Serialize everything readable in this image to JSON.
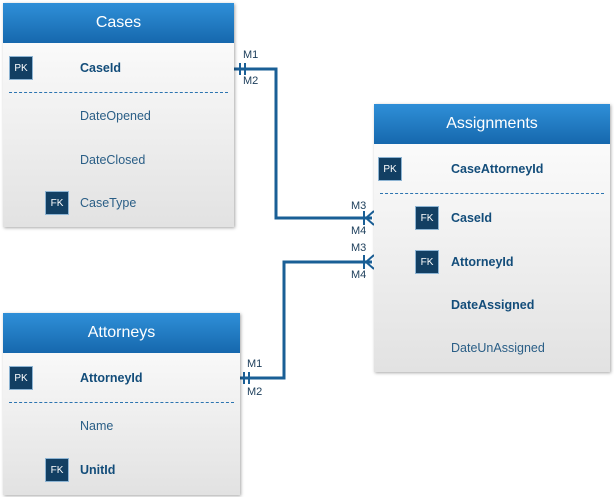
{
  "entities": {
    "cases": {
      "title": "Cases",
      "pk": {
        "badge": "PK",
        "name": "CaseId"
      },
      "attributes": [
        {
          "name": "DateOpened"
        },
        {
          "name": "DateClosed"
        },
        {
          "name": "CaseType",
          "badge": "FK"
        }
      ]
    },
    "assignments": {
      "title": "Assignments",
      "pk": {
        "badge": "PK",
        "name": "CaseAttorneyId"
      },
      "attributes": [
        {
          "name": "CaseId",
          "badge": "FK"
        },
        {
          "name": "AttorneyId",
          "badge": "FK"
        },
        {
          "name": "DateAssigned"
        },
        {
          "name": "DateUnAssigned"
        }
      ]
    },
    "attorneys": {
      "title": "Attorneys",
      "pk": {
        "badge": "PK",
        "name": "AttorneyId"
      },
      "attributes": [
        {
          "name": "Name"
        },
        {
          "name": "UnitId",
          "badge": "FK"
        }
      ]
    }
  },
  "relationships": [
    {
      "from": "Cases.CaseId",
      "to": "Assignments.CaseId",
      "from_labels": [
        "M1",
        "M2"
      ],
      "to_labels": [
        "M3",
        "M4"
      ]
    },
    {
      "from": "Attorneys.AttorneyId",
      "to": "Assignments.AttorneyId",
      "from_labels": [
        "M1",
        "M2"
      ],
      "to_labels": [
        "M3",
        "M4"
      ]
    }
  ],
  "colors": {
    "header": "#1f7cc4",
    "badge": "#123f63",
    "connector": "#1a5f96"
  }
}
